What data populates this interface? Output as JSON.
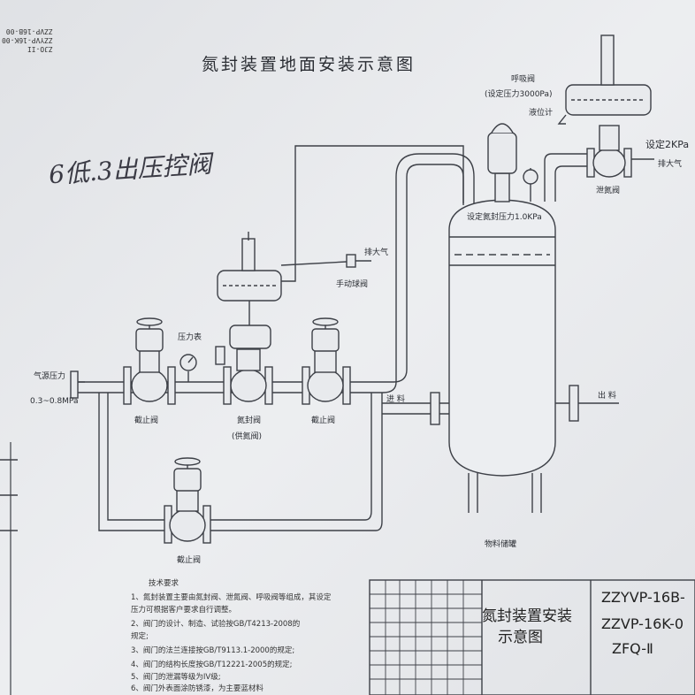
{
  "drawing": {
    "title": "氮封装置地面安装示意图",
    "handwriting": "6低.3出压控阀",
    "corner_code": [
      "ZJO-II",
      "ZZYVP-16K-00",
      "ZZVP-16B-00"
    ]
  },
  "labels": {
    "gas_pressure": "气源压力",
    "gas_range": "0.3~0.8MPa",
    "gauge": "压力表",
    "stop_valve_left": "截止阀",
    "nitrogen_valve": "氮封阀",
    "nitrogen_valve_sub": "(供氮阀)",
    "stop_valve_right": "截止阀",
    "stop_valve_bottom": "截止阀",
    "manual_valve": "手动球阀",
    "vent1": "排大气",
    "breather": "呼吸阀",
    "breather_set": "(设定压力3000Pa)",
    "level_gauge": "液位计",
    "set_2kpa": "设定2KPa",
    "vent2": "排大气",
    "relief_valve": "泄氮阀",
    "tank_set": "设定氮封压力1.0KPa",
    "inlet": "进  料",
    "outlet": "出  料",
    "tank": "物料储罐"
  },
  "notes": {
    "heading": "技术要求",
    "lines": [
      "1、氮封装置主要由氮封阀、泄氮阀、呼吸阀等组成，其设定",
      "   压力可根据客户要求自行调整。",
      "2、阀门的设计、制造、试验按GB/T4213-2008的",
      "   规定;",
      "3、阀门的法兰连接按GB/T9113.1-2000的规定;",
      "4、阀门的结构长度按GB/T12221-2005的规定;",
      "5、阀门的泄漏等级为IV级;",
      "6、阀门外表面涂防锈漆，为主要蓝材料"
    ]
  },
  "title_block": {
    "name_line1": "氮封装置安装",
    "name_line2": "示意图",
    "codes": [
      "ZZYVP-16B-",
      "ZZVP-16K-0",
      "ZFQ-Ⅱ"
    ]
  }
}
